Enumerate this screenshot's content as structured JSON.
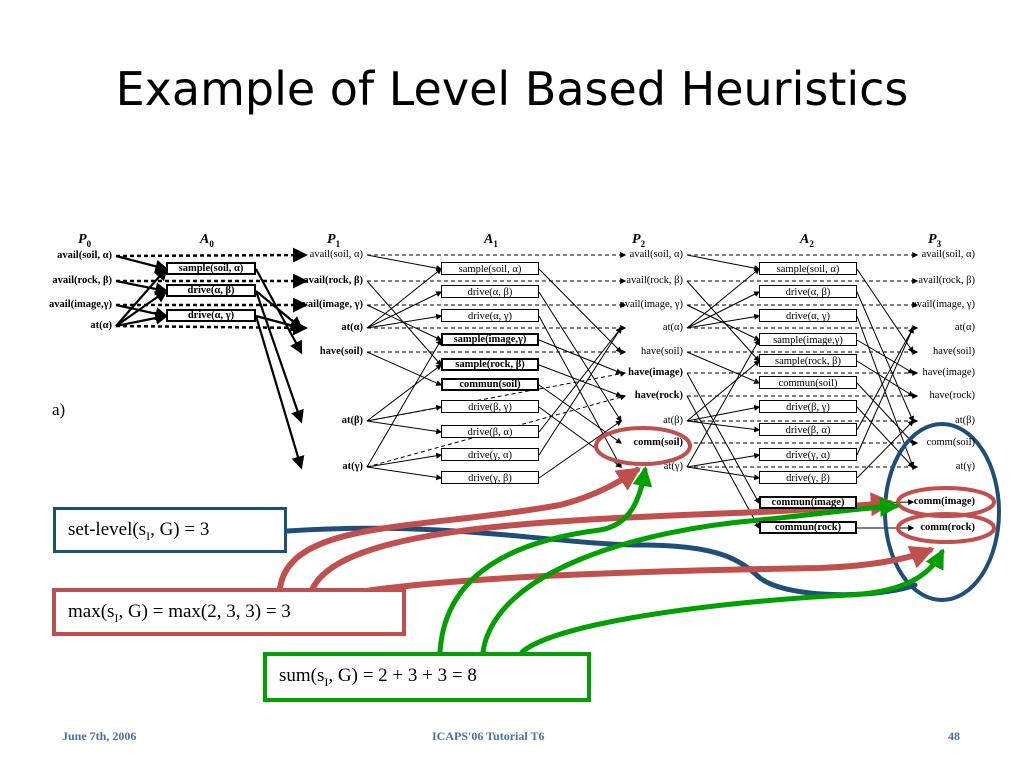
{
  "slide": {
    "title": "Example of Level Based Heuristics",
    "panel_label": "a)"
  },
  "graph": {
    "headers": [
      "P0",
      "A0",
      "P1",
      "A1",
      "P2",
      "A2",
      "P3"
    ],
    "P0": [
      {
        "text": "avail(soil, α)",
        "bold": true
      },
      {
        "text": "avail(rock, β)",
        "bold": true
      },
      {
        "text": "avail(image,γ)",
        "bold": true
      },
      {
        "text": "at(α)",
        "bold": true
      }
    ],
    "A0": [
      {
        "text": "sample(soil, α)"
      },
      {
        "text": "drive(α, β)"
      },
      {
        "text": "drive(α, γ)"
      }
    ],
    "P1": [
      {
        "text": "avail(soil, α)"
      },
      {
        "text": "avail(rock, β)",
        "bold": true
      },
      {
        "text": "avail(image, γ)",
        "bold": true
      },
      {
        "text": "at(α)",
        "bold": true
      },
      {
        "text": "have(soil)",
        "bold": true
      },
      {
        "text": "at(β)",
        "bold": true
      },
      {
        "text": "at(γ)",
        "bold": true
      }
    ],
    "A1": [
      {
        "text": "sample(soil, α)"
      },
      {
        "text": "drive(α, β)"
      },
      {
        "text": "drive(α, γ)"
      },
      {
        "text": "sample(image,γ)"
      },
      {
        "text": "sample(rock, β)"
      },
      {
        "text": "commun(soil)"
      },
      {
        "text": "drive(β, γ)"
      },
      {
        "text": "drive(β, α)"
      },
      {
        "text": "drive(γ, α)"
      },
      {
        "text": "drive(γ, β)"
      }
    ],
    "P2": [
      {
        "text": "avail(soil, α)"
      },
      {
        "text": "avail(rock, β)"
      },
      {
        "text": "avail(image, γ)"
      },
      {
        "text": "at(α)"
      },
      {
        "text": "have(soil)"
      },
      {
        "text": "have(image)",
        "bold": true
      },
      {
        "text": "have(rock)",
        "bold": true
      },
      {
        "text": "at(β)"
      },
      {
        "text": "comm(soil)",
        "bold": true
      },
      {
        "text": "at(γ)"
      }
    ],
    "A2": [
      {
        "text": "sample(soil, α)"
      },
      {
        "text": "drive(α, β)"
      },
      {
        "text": "drive(α, γ)"
      },
      {
        "text": "sample(image,γ)"
      },
      {
        "text": "sample(rock, β)"
      },
      {
        "text": "commun(soil)"
      },
      {
        "text": "drive(β, γ)"
      },
      {
        "text": "drive(β, α)"
      },
      {
        "text": "drive(γ, α)"
      },
      {
        "text": "drive(γ, β)"
      },
      {
        "text": "commun(image)"
      },
      {
        "text": "commun(rock)"
      }
    ],
    "P3": [
      {
        "text": "avail(soil, α)"
      },
      {
        "text": "avail(rock, β)"
      },
      {
        "text": "avail(image, γ)"
      },
      {
        "text": "at(α)"
      },
      {
        "text": "have(soil)"
      },
      {
        "text": "have(image)"
      },
      {
        "text": "have(rock)"
      },
      {
        "text": "at(β)"
      },
      {
        "text": "comm(soil)"
      },
      {
        "text": "at(γ)"
      },
      {
        "text": "comm(image)",
        "bold": true
      },
      {
        "text": "comm(rock)",
        "bold": true
      }
    ]
  },
  "boxes": {
    "set_level": {
      "pre": "set-level(s",
      "sub": "I",
      "post": ", G) = 3",
      "color": "#1f4e79"
    },
    "max": {
      "pre": "max(s",
      "sub": "I",
      "post": ", G) = max(2, 3, 3) = 3",
      "color": "#c0504d"
    },
    "sum": {
      "pre": "sum(s",
      "sub": "I",
      "post": ", G) =  2 + 3 + 3 = 8",
      "color": "#00a000"
    }
  },
  "footer": {
    "date": "June 7th, 2006",
    "event": "ICAPS'06 Tutorial T6",
    "page": "48"
  },
  "colors": {
    "red": "#c0504d",
    "blue": "#1f4e79",
    "green": "#00a000",
    "footer": "#4a6fa5"
  }
}
